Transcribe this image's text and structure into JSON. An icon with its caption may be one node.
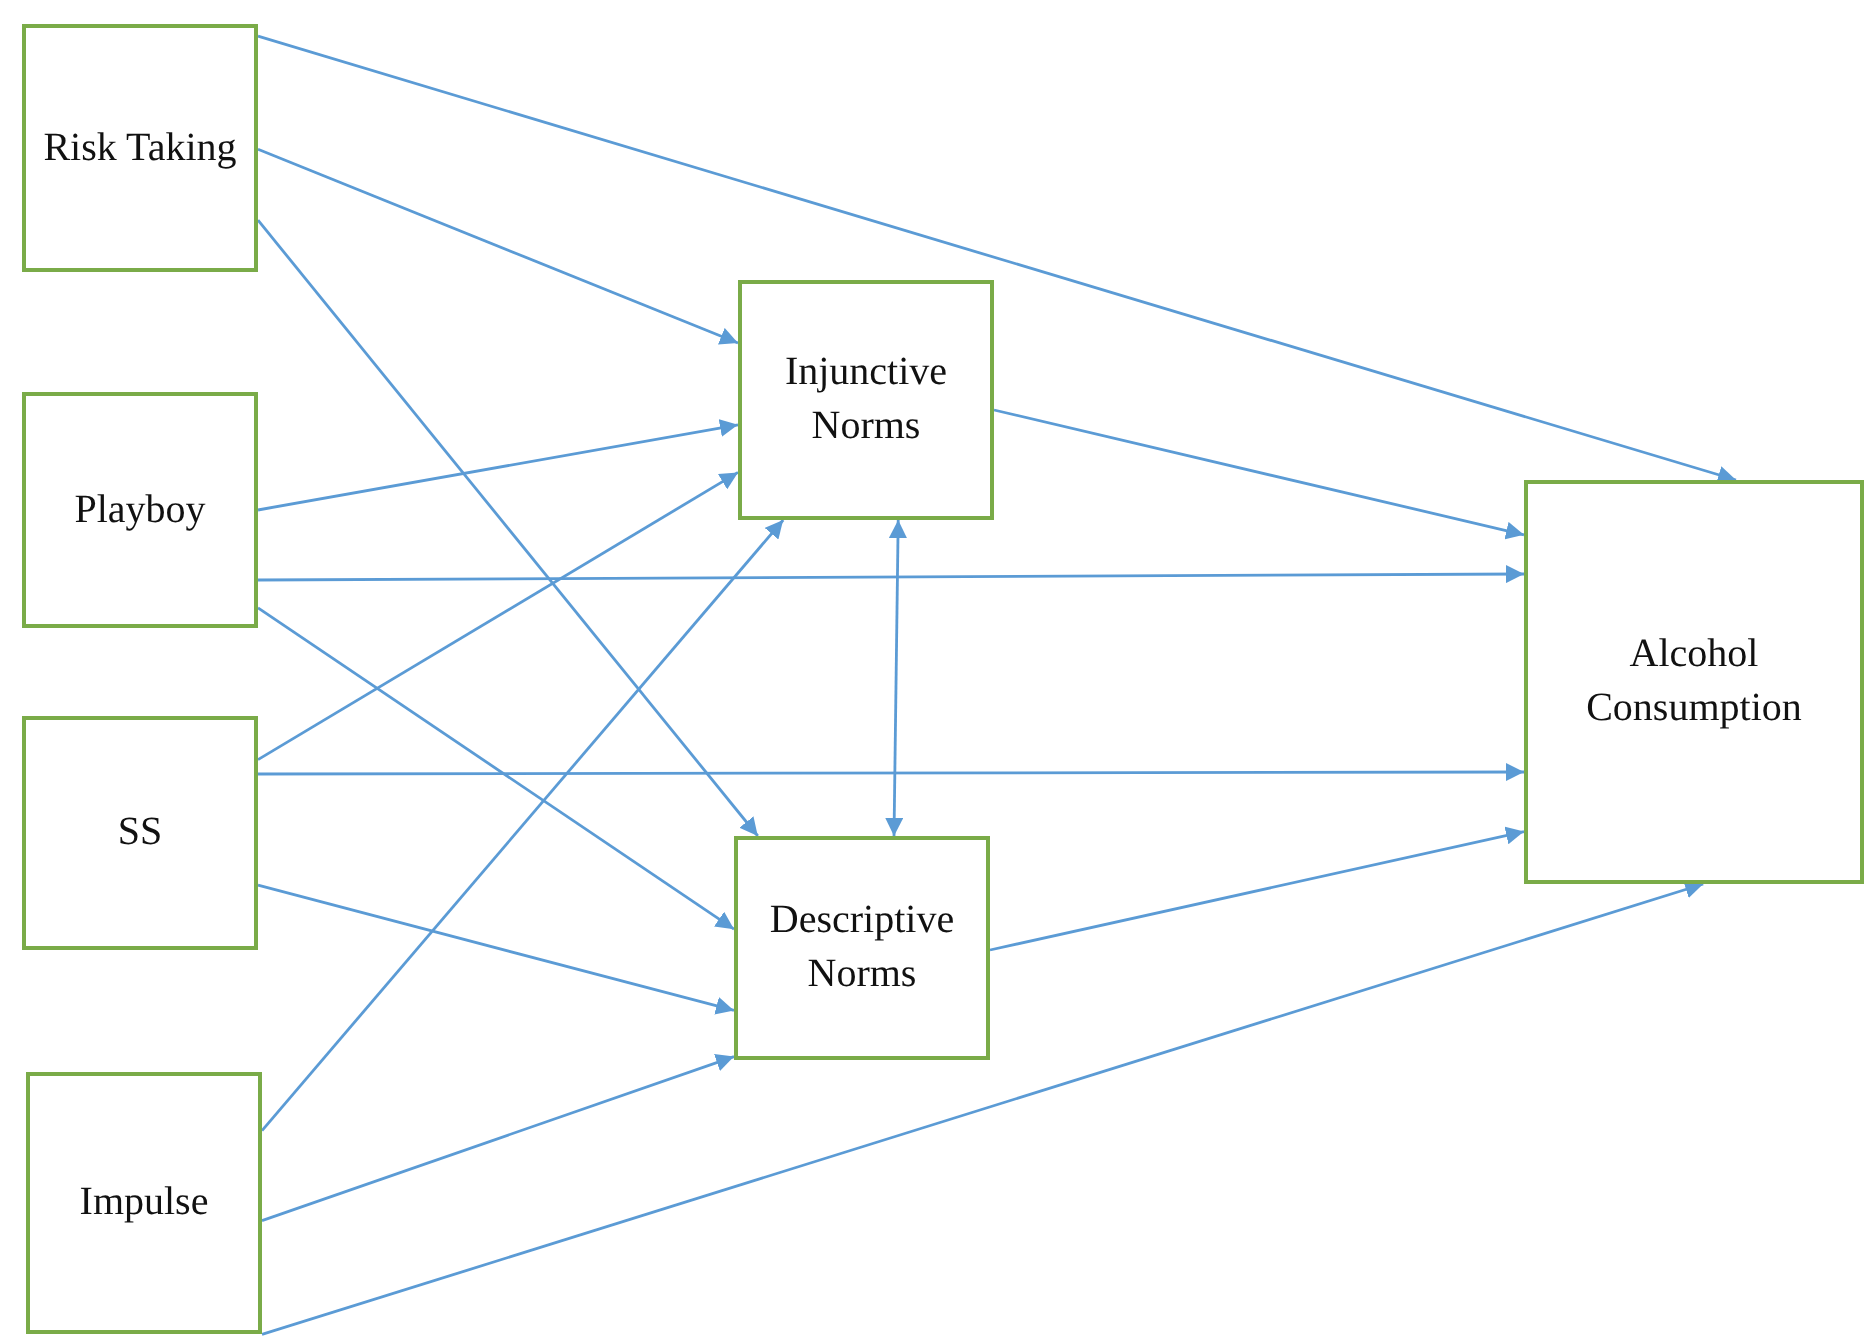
{
  "diagram": {
    "nodes": [
      {
        "text": [
          "Risk Taking"
        ]
      },
      {
        "text": [
          "Playboy"
        ]
      },
      {
        "text": [
          "SS"
        ]
      },
      {
        "text": [
          "Impulse"
        ]
      },
      {
        "text": [
          "Injunctive Norms"
        ]
      },
      {
        "text": [
          "Descriptive Norms"
        ]
      },
      {
        "text": [
          "Alcohol Consumption"
        ]
      }
    ],
    "edges": [
      {
        "from": 0,
        "to": 6,
        "arrow": "to"
      },
      {
        "from": 0,
        "to": 4,
        "arrow": "to"
      },
      {
        "from": 0,
        "to": 5,
        "arrow": "to"
      },
      {
        "from": 1,
        "to": 4,
        "arrow": "to"
      },
      {
        "from": 1,
        "to": 6,
        "arrow": "to"
      },
      {
        "from": 1,
        "to": 5,
        "arrow": "to"
      },
      {
        "from": 2,
        "to": 4,
        "arrow": "to"
      },
      {
        "from": 2,
        "to": 6,
        "arrow": "to"
      },
      {
        "from": 2,
        "to": 5,
        "arrow": "to"
      },
      {
        "from": 3,
        "to": 4,
        "arrow": "to"
      },
      {
        "from": 3,
        "to": 5,
        "arrow": "to"
      },
      {
        "from": 3,
        "to": 6,
        "arrow": "to"
      },
      {
        "from": 4,
        "to": 6,
        "arrow": "to"
      },
      {
        "from": 5,
        "to": 6,
        "arrow": "to"
      },
      {
        "from": 4,
        "to": 5,
        "arrow": "both"
      }
    ]
  }
}
